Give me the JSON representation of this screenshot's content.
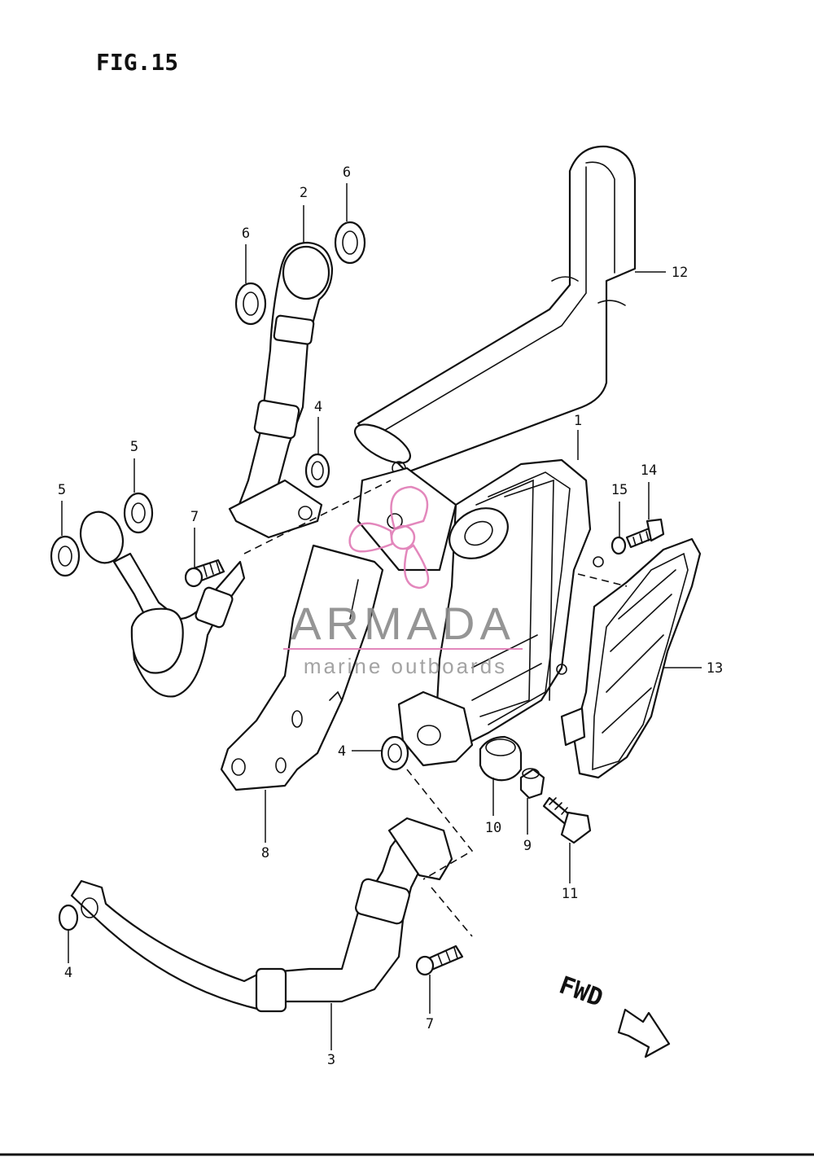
{
  "figure": {
    "title": "FIG.15"
  },
  "direction": {
    "label": "FWD"
  },
  "watermark": {
    "brand": "ARMADA",
    "tagline": "marine outboards",
    "accent_color": "#e07bb5"
  },
  "callouts": [
    {
      "id": "c-1",
      "label": "1"
    },
    {
      "id": "c-2",
      "label": "2"
    },
    {
      "id": "c-3",
      "label": "3"
    },
    {
      "id": "c-4a",
      "label": "4"
    },
    {
      "id": "c-4b",
      "label": "4"
    },
    {
      "id": "c-4c",
      "label": "4"
    },
    {
      "id": "c-5a",
      "label": "5"
    },
    {
      "id": "c-5b",
      "label": "5"
    },
    {
      "id": "c-6a",
      "label": "6"
    },
    {
      "id": "c-6b",
      "label": "6"
    },
    {
      "id": "c-7a",
      "label": "7"
    },
    {
      "id": "c-7b",
      "label": "7"
    },
    {
      "id": "c-8",
      "label": "8"
    },
    {
      "id": "c-9",
      "label": "9"
    },
    {
      "id": "c-10",
      "label": "10"
    },
    {
      "id": "c-11",
      "label": "11"
    },
    {
      "id": "c-12",
      "label": "12"
    },
    {
      "id": "c-13",
      "label": "13"
    },
    {
      "id": "c-14",
      "label": "14"
    },
    {
      "id": "c-15",
      "label": "15"
    }
  ]
}
